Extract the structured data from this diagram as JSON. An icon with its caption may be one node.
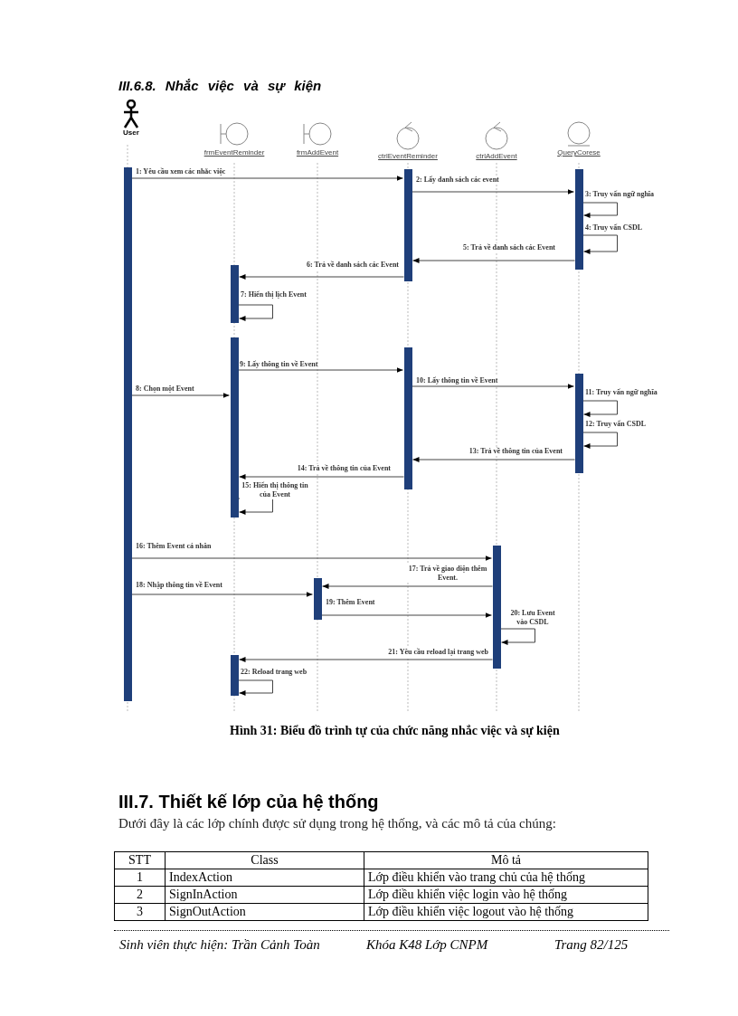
{
  "diagram": {
    "title": "III.6.8. Nhắc việc và sự kiện",
    "caption": "Hình 31: Biểu đồ trình tự của chức năng nhắc việc và sự kiện",
    "nodes": [
      {
        "text": [
          "User"
        ]
      },
      {
        "text": [
          "frmEventReminder"
        ]
      },
      {
        "text": [
          "frmAddEvent"
        ]
      },
      {
        "text": [
          "ctrlEventReminder"
        ]
      },
      {
        "text": [
          "ctrlAddEvent"
        ]
      },
      {
        "text": [
          "QueryCorese"
        ]
      },
      {
        "text": [],
        "shape": "bar"
      },
      {
        "text": [],
        "shape": "bar"
      },
      {
        "text": [],
        "shape": "bar"
      },
      {
        "text": [],
        "shape": "bar"
      },
      {
        "text": [],
        "shape": "bar"
      },
      {
        "text": [],
        "shape": "bar"
      },
      {
        "text": [],
        "shape": "bar"
      },
      {
        "text": [],
        "shape": "bar"
      },
      {
        "text": [],
        "shape": "bar"
      },
      {
        "text": [],
        "shape": "bar"
      }
    ],
    "edges": [
      {
        "from": 6,
        "to": 11,
        "arrow": "to",
        "label": "1: Yêu cầu xem các nhắc việc"
      },
      {
        "from": 11,
        "to": 14,
        "arrow": "to",
        "label": "2: Lấy danh sách các event"
      },
      {
        "from": 14,
        "to": 14,
        "arrow": "to",
        "label": "3: Truy vấn ngữ nghĩa"
      },
      {
        "from": 14,
        "to": 14,
        "arrow": "to",
        "label": "4: Truy vấn CSDL"
      },
      {
        "from": 14,
        "to": 11,
        "arrow": "to",
        "label": "5: Trả về danh sách các Event"
      },
      {
        "from": 11,
        "to": 7,
        "arrow": "to",
        "label": "6: Trả về danh sách các Event"
      },
      {
        "from": 7,
        "to": 7,
        "arrow": "to",
        "label": "7: Hiển thị lịch Event"
      },
      {
        "from": 6,
        "to": 8,
        "arrow": "to",
        "label": "8: Chọn một Event"
      },
      {
        "from": 8,
        "to": 12,
        "arrow": "to",
        "label": "9: Lấy thông tin về Event"
      },
      {
        "from": 12,
        "to": 15,
        "arrow": "to",
        "label": "10: Lấy thông tin về Event"
      },
      {
        "from": 15,
        "to": 15,
        "arrow": "to",
        "label": "11: Truy vấn ngữ nghĩa"
      },
      {
        "from": 15,
        "to": 15,
        "arrow": "to",
        "label": "12: Truy vấn CSDL"
      },
      {
        "from": 15,
        "to": 12,
        "arrow": "to",
        "label": "13: Trả về thông tin của Event"
      },
      {
        "from": 12,
        "to": 8,
        "arrow": "to",
        "label": "14: Trả về thông tin của Event"
      },
      {
        "from": 8,
        "to": 8,
        "arrow": "to",
        "label": "15: Hiển thị thông tin của Event"
      },
      {
        "from": 6,
        "to": 13,
        "arrow": "to",
        "label": "16: Thêm Event cá nhân"
      },
      {
        "from": 13,
        "to": 10,
        "arrow": "to",
        "label": "17: Trả về giao diện thêm Event."
      },
      {
        "from": 6,
        "to": 10,
        "arrow": "to",
        "label": "18: Nhập thông tin về Event"
      },
      {
        "from": 10,
        "to": 13,
        "arrow": "to",
        "label": "19: Thêm Event"
      },
      {
        "from": 13,
        "to": 13,
        "arrow": "to",
        "label": "20: Lưu Event vào CSDL"
      },
      {
        "from": 13,
        "to": 9,
        "arrow": "to",
        "label": "21: Yêu cầu reload lại trang web"
      },
      {
        "from": 9,
        "to": 9,
        "arrow": "to",
        "label": "22: Reload trang web"
      }
    ],
    "labels": [
      "III.7. Thiết kế lớp của hệ thống",
      "Dưới đây là các lớp chính được sử dụng trong hệ thống, và các mô tả của chúng:",
      "STT",
      "Class",
      "Mô tả",
      "1",
      "IndexAction",
      "Lớp điều khiển vào trang chủ của hệ thống",
      "2",
      "SignInAction",
      "Lớp điều khiển việc login vào hệ thống",
      "3",
      "SignOutAction",
      "Lớp điều khiển việc logout vào hệ thống",
      "Sinh viên thực hiện: Trần Cảnh Toàn",
      "Khóa K48 Lớp CNPM",
      "Trang 82/125"
    ]
  }
}
